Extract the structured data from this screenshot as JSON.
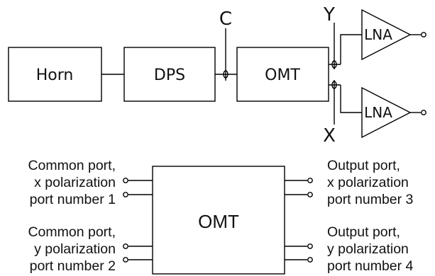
{
  "chain": {
    "horn": "Horn",
    "dps": "DPS",
    "omt": "OMT",
    "lna_top": "LNA",
    "lna_bottom": "LNA",
    "label_c": "C",
    "label_y": "Y",
    "label_x": "X"
  },
  "omt_detail": {
    "title": "OMT",
    "left": [
      {
        "line1": "Common port,",
        "line2": "x polarization",
        "line3": "port number 1"
      },
      {
        "line1": "Common port,",
        "line2": "y polarization",
        "line3": "port number 2"
      }
    ],
    "right": [
      {
        "line1": "Output port,",
        "line2": "x polarization",
        "line3": "port number 3"
      },
      {
        "line1": "Output port,",
        "line2": "y polarization",
        "line3": "port number 4"
      }
    ]
  }
}
